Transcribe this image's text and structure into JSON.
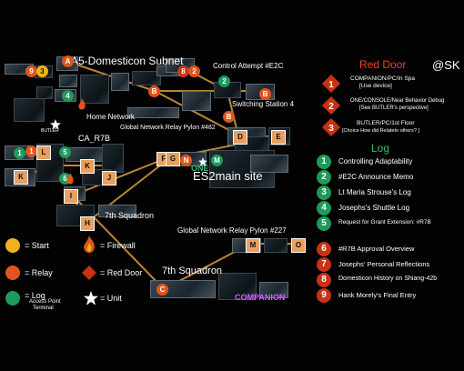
{
  "watermark": "@SK",
  "map": {
    "labels": {
      "domesticon": "A5-Domesticon Subnet",
      "control_attempt": "Control Attempt #E2C",
      "home_network": "Home Network",
      "switching_station": "Switching Station 4",
      "relay_482": "Global Network Relay Pylon #482",
      "ca_r7b": "CA_R7B",
      "butler": "BUTLER",
      "es2main": "ES2main site",
      "one": "ONE",
      "squadron_upper": "7th Squadron",
      "relay_227": "Global Network Relay Pylon #227",
      "squadron_lower": "7th Squadron",
      "companion": "COMPANION"
    },
    "node_labels": [
      "9",
      "3",
      "A",
      "8",
      "2",
      "2",
      "B",
      "B",
      "B",
      "D",
      "E",
      "4",
      "1",
      "L",
      "5",
      "K",
      "6",
      "K",
      "J",
      "I",
      "F",
      "G",
      "H",
      "1",
      "M",
      "M",
      "N",
      "C",
      "O"
    ]
  },
  "legend": {
    "start": "= Start",
    "relay": "= Relay",
    "log": "= Log",
    "log_sub1": "Access Point",
    "log_sub2": "Terminal",
    "firewall": "= Firewall",
    "red_door": "= Red Door",
    "unit": "= Unit"
  },
  "red_door": {
    "title": "Red Door",
    "items": [
      {
        "num": "1",
        "line1": "COMPANION/PC/In Spa",
        "line2": "[Use device]"
      },
      {
        "num": "2",
        "line1": "ONE/CONSOLE/Near Behavior Debug",
        "line2": "[See BUTLER's perspective]"
      },
      {
        "num": "3",
        "line1": "BUTLER/PC/1st Floor",
        "line2": "[Choice How did Relateto others? ]"
      }
    ]
  },
  "log": {
    "title": "Log",
    "items": [
      {
        "num": "1",
        "label": "Controlling Adaptability"
      },
      {
        "num": "2",
        "label": "#E2C Announce Memo"
      },
      {
        "num": "3",
        "label": "Lt Maria Strouse's Log"
      },
      {
        "num": "4",
        "label": "Josephs's Shuttle Log"
      },
      {
        "num": "5",
        "label": "Request for Grant Extension: #R7B"
      },
      {
        "num": "6",
        "label": "#R7B Approval Overview"
      },
      {
        "num": "7",
        "label": "Josephs' Personal Reflections"
      },
      {
        "num": "8",
        "label": "Domesticon History on Shiang-42b"
      },
      {
        "num": "9",
        "label": "Hank Morely's Final Entry"
      }
    ]
  },
  "colors": {
    "route": "#d8a040",
    "relay": "#e0551b",
    "start": "#f0b21a",
    "log": "#1e9a5a",
    "red_door": "#c43412",
    "red_door_title": "#ff3b1e",
    "log_title": "#2cc070"
  }
}
